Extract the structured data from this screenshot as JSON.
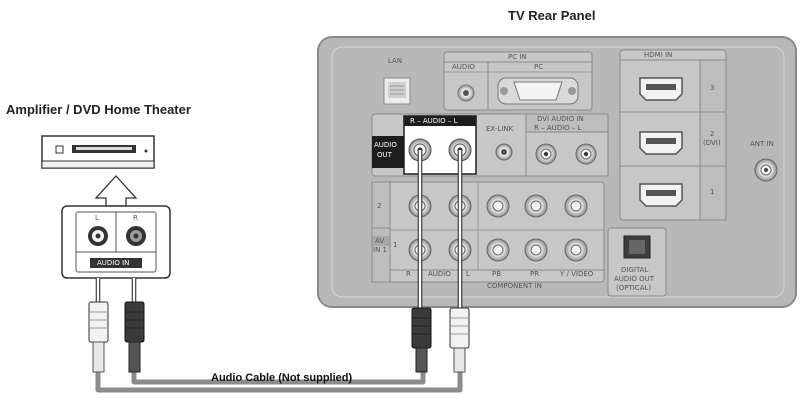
{
  "titles": {
    "tv_rear_panel": "TV Rear Panel",
    "amplifier": "Amplifier / DVD Home Theater",
    "cable": "Audio Cable (Not supplied)"
  },
  "tv_panel": {
    "lan": "LAN",
    "pc_in": "PC IN",
    "pc_audio": "AUDIO",
    "pc": "PC",
    "hdmi_in": "HDMI IN",
    "hdmi_3": "3",
    "hdmi_2": "2",
    "hdmi_2_sub": "(DVI)",
    "hdmi_1": "1",
    "ant_in": "ANT IN",
    "audio_out_1": "AUDIO",
    "audio_out_2": "OUT",
    "audio_out_header": "R – AUDIO – L",
    "ex_link": "EX-LINK",
    "dvi_audio_in": "DVI AUDIO IN",
    "dvi_audio_sub": "R – AUDIO – L",
    "row_2": "2",
    "av_in_1": "AV",
    "av_in_2": "IN 1",
    "row_1": "1",
    "bottom_r": "R",
    "bottom_audio": "AUDIO",
    "bottom_l": "L",
    "bottom_pb": "PB",
    "bottom_pr": "PR",
    "bottom_video": "Y / VIDEO",
    "component_in": "COMPONENT IN",
    "digital_1": "DIGITAL",
    "digital_2": "AUDIO OUT",
    "digital_3": "(OPTICAL)"
  },
  "amp_panel": {
    "l": "L",
    "r": "R",
    "audio_in": "AUDIO IN"
  },
  "colors": {
    "panel": "#b8b8b8",
    "panel_border": "#8a8a8a",
    "cable": "#8c8c8c",
    "red_plug": "#3a3a3a",
    "white_plug": "#f2f2f2"
  }
}
